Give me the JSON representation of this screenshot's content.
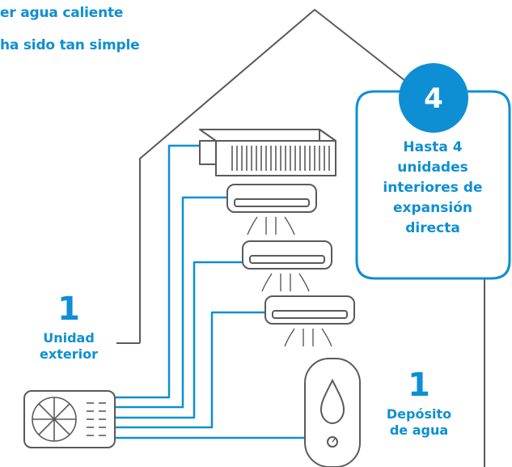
{
  "headline": {
    "line1": "er agua caliente",
    "line2": "ha sido tan simple"
  },
  "badge": {
    "number": "4"
  },
  "callout_text": {
    "line1": "Hasta 4",
    "line2": "unidades",
    "line3": "interiores de",
    "line4": "expansión",
    "line5": "directa"
  },
  "outdoor_unit": {
    "number": "1",
    "line1": "Unidad",
    "line2": "exterior"
  },
  "water_tank": {
    "number": "1",
    "line1": "Depósito",
    "line2": "de agua"
  },
  "colors": {
    "accent": "#0e8fd3",
    "outline": "#5a5a5a",
    "white": "#ffffff"
  }
}
